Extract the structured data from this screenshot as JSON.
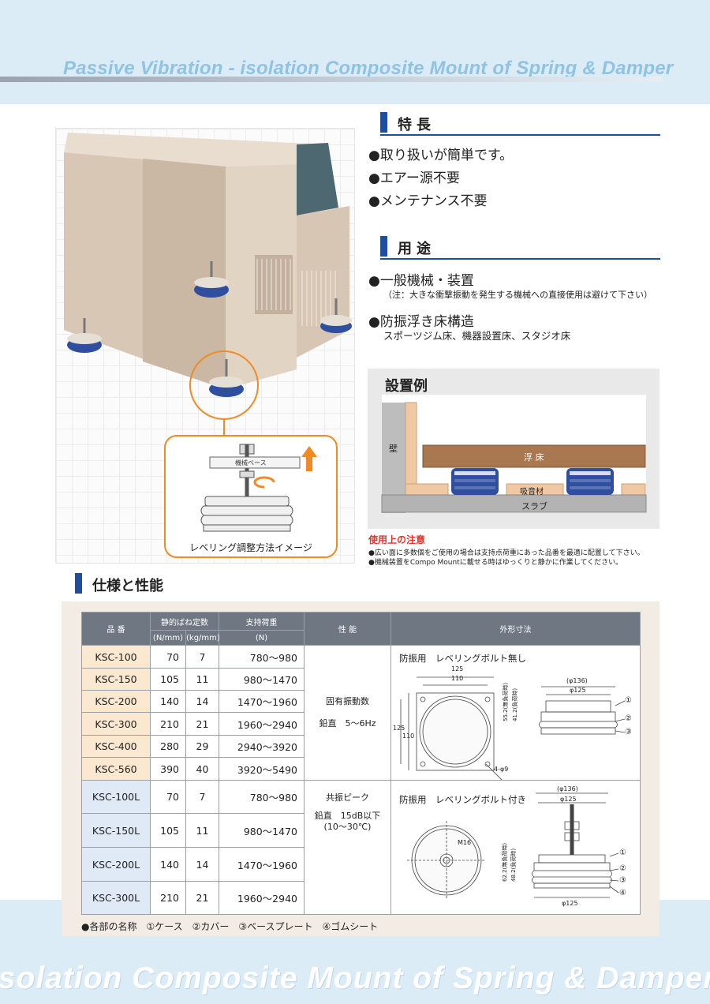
{
  "header": {
    "title": "Passive Vibration - isolation Composite Mount of Spring & Damper"
  },
  "footer": {
    "title": "Isolation Composite Mount of Spring & Damper"
  },
  "photo": {
    "callout_label": "レベリング調整方法イメージ",
    "base_label": "機械ベース"
  },
  "features": {
    "heading": "特長",
    "items": [
      "●取り扱いが簡単です。",
      "●エアー源不要",
      "●メンテナンス不要"
    ]
  },
  "uses": {
    "heading": "用途",
    "item1": "●一般機械・装置",
    "item1_note": "（注：大きな衝撃振動を発生する機械への直接使用は避けて下さい）",
    "item2": "●防振浮き床構造",
    "item2_sub": "スポーツジム床、機器設置床、スタジオ床"
  },
  "install": {
    "title": "設置例",
    "wall": "壁",
    "floor": "浮 床",
    "absorber": "吸音材",
    "slab": "スラブ"
  },
  "notes": {
    "title": "使用上の注意",
    "items": [
      "●広い面に多数個をご使用の場合は支持点荷重にあった品番を最適に配置して下さい。",
      "●機械装置をCompo Mountに載せる時はゆっくりと静かに作業してください。"
    ]
  },
  "spec": {
    "heading": "仕様と性能",
    "headers": {
      "model": "品 番",
      "spring": "静的ばね定数",
      "spring_u1": "(N/mm)",
      "spring_u2": "(kg/mm)",
      "load": "支持荷重",
      "load_u": "(N)",
      "perf": "性 能",
      "dims": "外形寸法"
    },
    "rows": [
      {
        "model": "KSC-100",
        "nmm": "70",
        "kgmm": "7",
        "load": "780～980"
      },
      {
        "model": "KSC-150",
        "nmm": "105",
        "kgmm": "11",
        "load": "980～1470"
      },
      {
        "model": "KSC-200",
        "nmm": "140",
        "kgmm": "14",
        "load": "1470～1960"
      },
      {
        "model": "KSC-300",
        "nmm": "210",
        "kgmm": "21",
        "load": "1960～2940"
      },
      {
        "model": "KSC-400",
        "nmm": "280",
        "kgmm": "29",
        "load": "2940～3920"
      },
      {
        "model": "KSC-560",
        "nmm": "390",
        "kgmm": "40",
        "load": "3920～5490"
      },
      {
        "model": "KSC-100L",
        "nmm": "70",
        "kgmm": "7",
        "load": "780～980"
      },
      {
        "model": "KSC-150L",
        "nmm": "105",
        "kgmm": "11",
        "load": "980～1470"
      },
      {
        "model": "KSC-200L",
        "nmm": "140",
        "kgmm": "14",
        "load": "1470～1960"
      },
      {
        "model": "KSC-300L",
        "nmm": "210",
        "kgmm": "21",
        "load": "1960～2940"
      }
    ],
    "perf_a1": "固有振動数",
    "perf_a2": "鉛直　5～6Hz",
    "perf_b1": "共振ピーク",
    "perf_b2": "鉛直　15dB以下",
    "perf_b3": "(10～30℃)",
    "dim_a_title": "防振用　レベリングボルト無し",
    "dim_b_title": "防振用　レベリングボルト付き",
    "dim_a": {
      "w1": "125",
      "w2": "110",
      "h1": "125",
      "h2": "110",
      "hole": "4-φ9",
      "od": "(φ136)",
      "id": "φ125",
      "ht1": "55.2(無負荷時)",
      "ht2": "41.2(負荷時)"
    },
    "dim_b": {
      "od": "(φ136)",
      "id": "φ125",
      "bolt": "M16",
      "ht1": "62.2(無負荷時)",
      "ht2": "48.2(負荷時)",
      "base": "φ125"
    },
    "markers": [
      "①",
      "②",
      "③",
      "④"
    ]
  },
  "parts": "●各部の名称　①ケース　②カバー　③ベースプレート　④ゴムシート"
}
